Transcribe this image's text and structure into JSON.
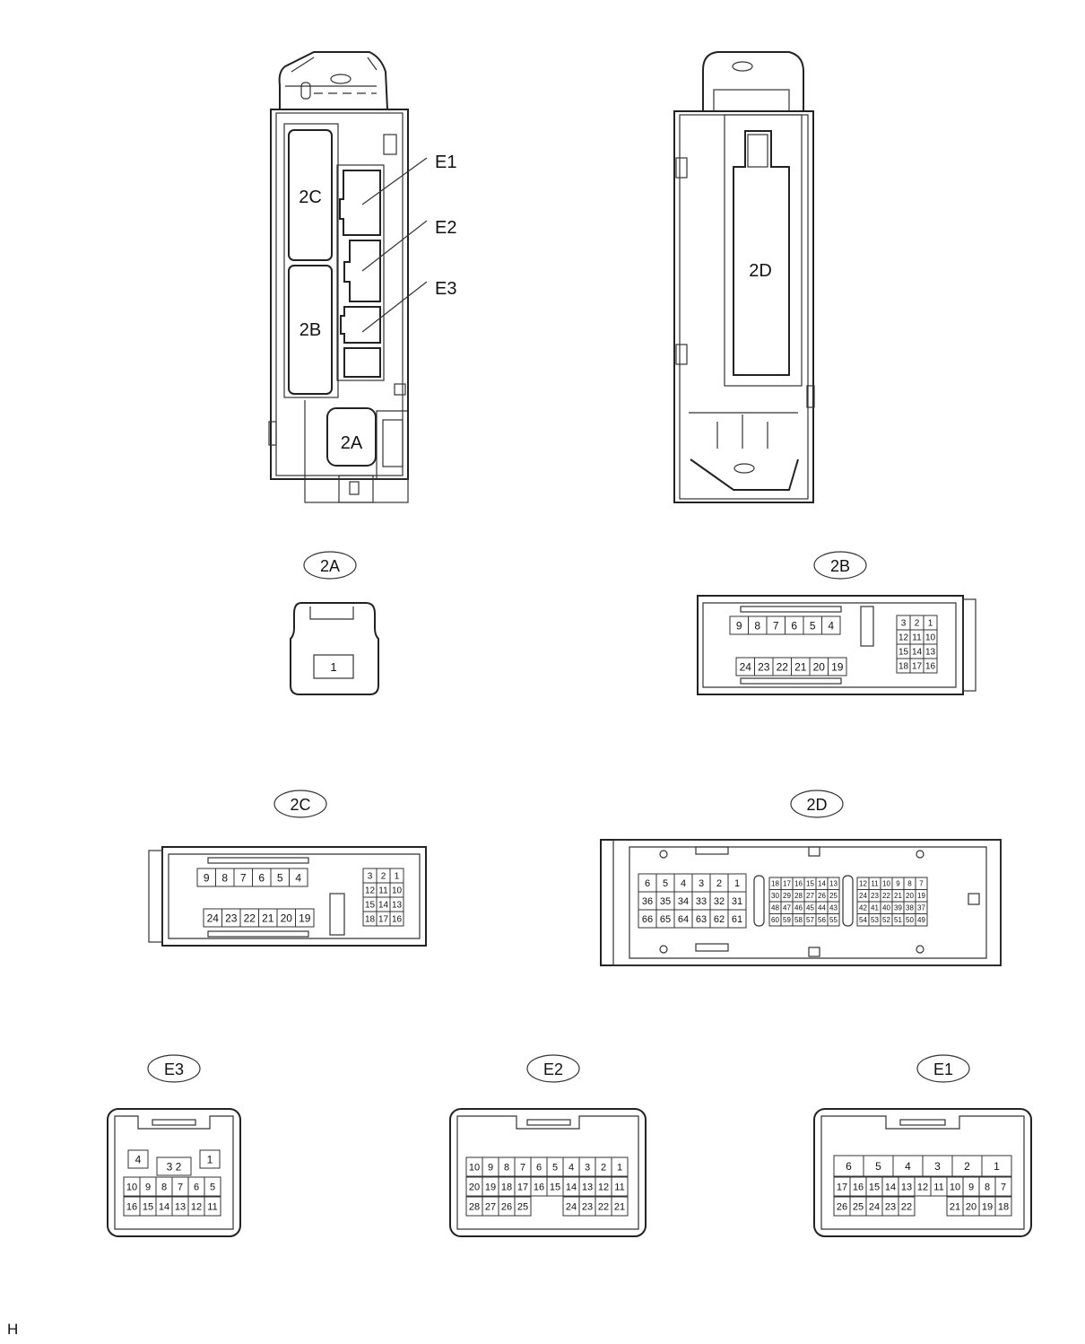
{
  "callouts": {
    "c2C": "2C",
    "c2B": "2B",
    "c2A": "2A",
    "c2D": "2D",
    "e1": "E1",
    "e2": "E2",
    "e3": "E3"
  },
  "connectors": {
    "c2A": {
      "label": "2A",
      "pins": [
        "1"
      ]
    },
    "c2B": {
      "label": "2B",
      "top_row": [
        "9",
        "8",
        "7",
        "6",
        "5",
        "4"
      ],
      "bottom_row": [
        "24",
        "23",
        "22",
        "21",
        "20",
        "19"
      ],
      "side_block": [
        [
          "3",
          "2",
          "1"
        ],
        [
          "12",
          "11",
          "10"
        ],
        [
          "15",
          "14",
          "13"
        ],
        [
          "18",
          "17",
          "16"
        ]
      ]
    },
    "c2C": {
      "label": "2C",
      "top_row": [
        "9",
        "8",
        "7",
        "6",
        "5",
        "4"
      ],
      "bottom_row": [
        "24",
        "23",
        "22",
        "21",
        "20",
        "19"
      ],
      "side_block": [
        [
          "3",
          "2",
          "1"
        ],
        [
          "12",
          "11",
          "10"
        ],
        [
          "15",
          "14",
          "13"
        ],
        [
          "18",
          "17",
          "16"
        ]
      ]
    },
    "c2D": {
      "label": "2D",
      "left_block": [
        [
          "6",
          "5",
          "4",
          "3",
          "2",
          "1"
        ],
        [
          "36",
          "35",
          "34",
          "33",
          "32",
          "31"
        ],
        [
          "66",
          "65",
          "64",
          "63",
          "62",
          "61"
        ]
      ],
      "mid_block": [
        [
          "18",
          "17",
          "16",
          "15",
          "14",
          "13"
        ],
        [
          "30",
          "29",
          "28",
          "27",
          "26",
          "25"
        ],
        [
          "48",
          "47",
          "46",
          "45",
          "44",
          "43"
        ],
        [
          "60",
          "59",
          "58",
          "57",
          "56",
          "55"
        ]
      ],
      "right_block": [
        [
          "12",
          "11",
          "10",
          "9",
          "8",
          "7"
        ],
        [
          "24",
          "23",
          "22",
          "21",
          "20",
          "19"
        ],
        [
          "42",
          "41",
          "40",
          "39",
          "38",
          "37"
        ],
        [
          "54",
          "53",
          "52",
          "51",
          "50",
          "49"
        ]
      ]
    },
    "e3": {
      "label": "E3",
      "row1_left": [
        "4"
      ],
      "row1_mid": [
        "3",
        "2"
      ],
      "row1_right": [
        "1"
      ],
      "row2": [
        "10",
        "9",
        "8",
        "7",
        "6",
        "5"
      ],
      "row3": [
        "16",
        "15",
        "14",
        "13",
        "12",
        "11"
      ]
    },
    "e2": {
      "label": "E2",
      "row1": [
        "10",
        "9",
        "8",
        "7",
        "6",
        "5",
        "4",
        "3",
        "2",
        "1"
      ],
      "row2": [
        "20",
        "19",
        "18",
        "17",
        "16",
        "15",
        "14",
        "13",
        "12",
        "11"
      ],
      "row3_left": [
        "28",
        "27",
        "26",
        "25"
      ],
      "row3_right": [
        "24",
        "23",
        "22",
        "21"
      ]
    },
    "e1": {
      "label": "E1",
      "row1": [
        "6",
        "5",
        "4",
        "3",
        "2",
        "1"
      ],
      "row2": [
        "17",
        "16",
        "15",
        "14",
        "13",
        "12",
        "11",
        "10",
        "9",
        "8",
        "7"
      ],
      "row3_left": [
        "26",
        "25",
        "24",
        "23",
        "22"
      ],
      "row3_right": [
        "21",
        "20",
        "19",
        "18"
      ]
    }
  },
  "footer": "H"
}
